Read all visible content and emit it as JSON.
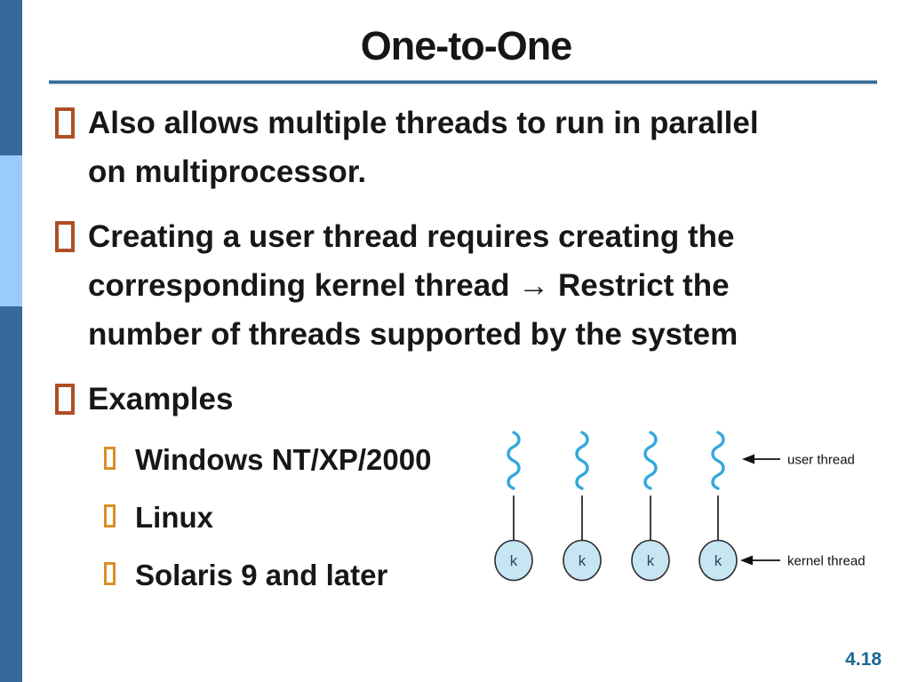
{
  "slide": {
    "title": "One-to-One",
    "page_number": "4.18"
  },
  "colors": {
    "sidebar_dark": "#366A9C",
    "sidebar_light": "#9ACBFB",
    "title_rule_core": "#3A6B94",
    "title_rule_edge": "#A3BCD4",
    "bullet_level1": "#AC4E26",
    "bullet_level2": "#DE8D25",
    "page_number": "#1A6795",
    "user_thread_wave": "#35A8DC",
    "kernel_circle_fill": "#C8E5F3"
  },
  "bullets": [
    {
      "lines": [
        "Also allows multiple threads to run in parallel",
        "on multiprocessor."
      ]
    },
    {
      "lines": [
        "Creating a user thread requires creating the",
        "corresponding kernel thread → Restrict the",
        "number of threads supported by the system"
      ]
    },
    {
      "lines": [
        "Examples"
      ]
    }
  ],
  "sub_bullets": [
    {
      "label": "Windows NT/XP/2000"
    },
    {
      "label": "Linux"
    },
    {
      "label": "Solaris 9 and later"
    }
  ],
  "diagram": {
    "kernel_node_label": "k",
    "user_thread_label": "user thread",
    "kernel_thread_label": "kernel thread"
  }
}
